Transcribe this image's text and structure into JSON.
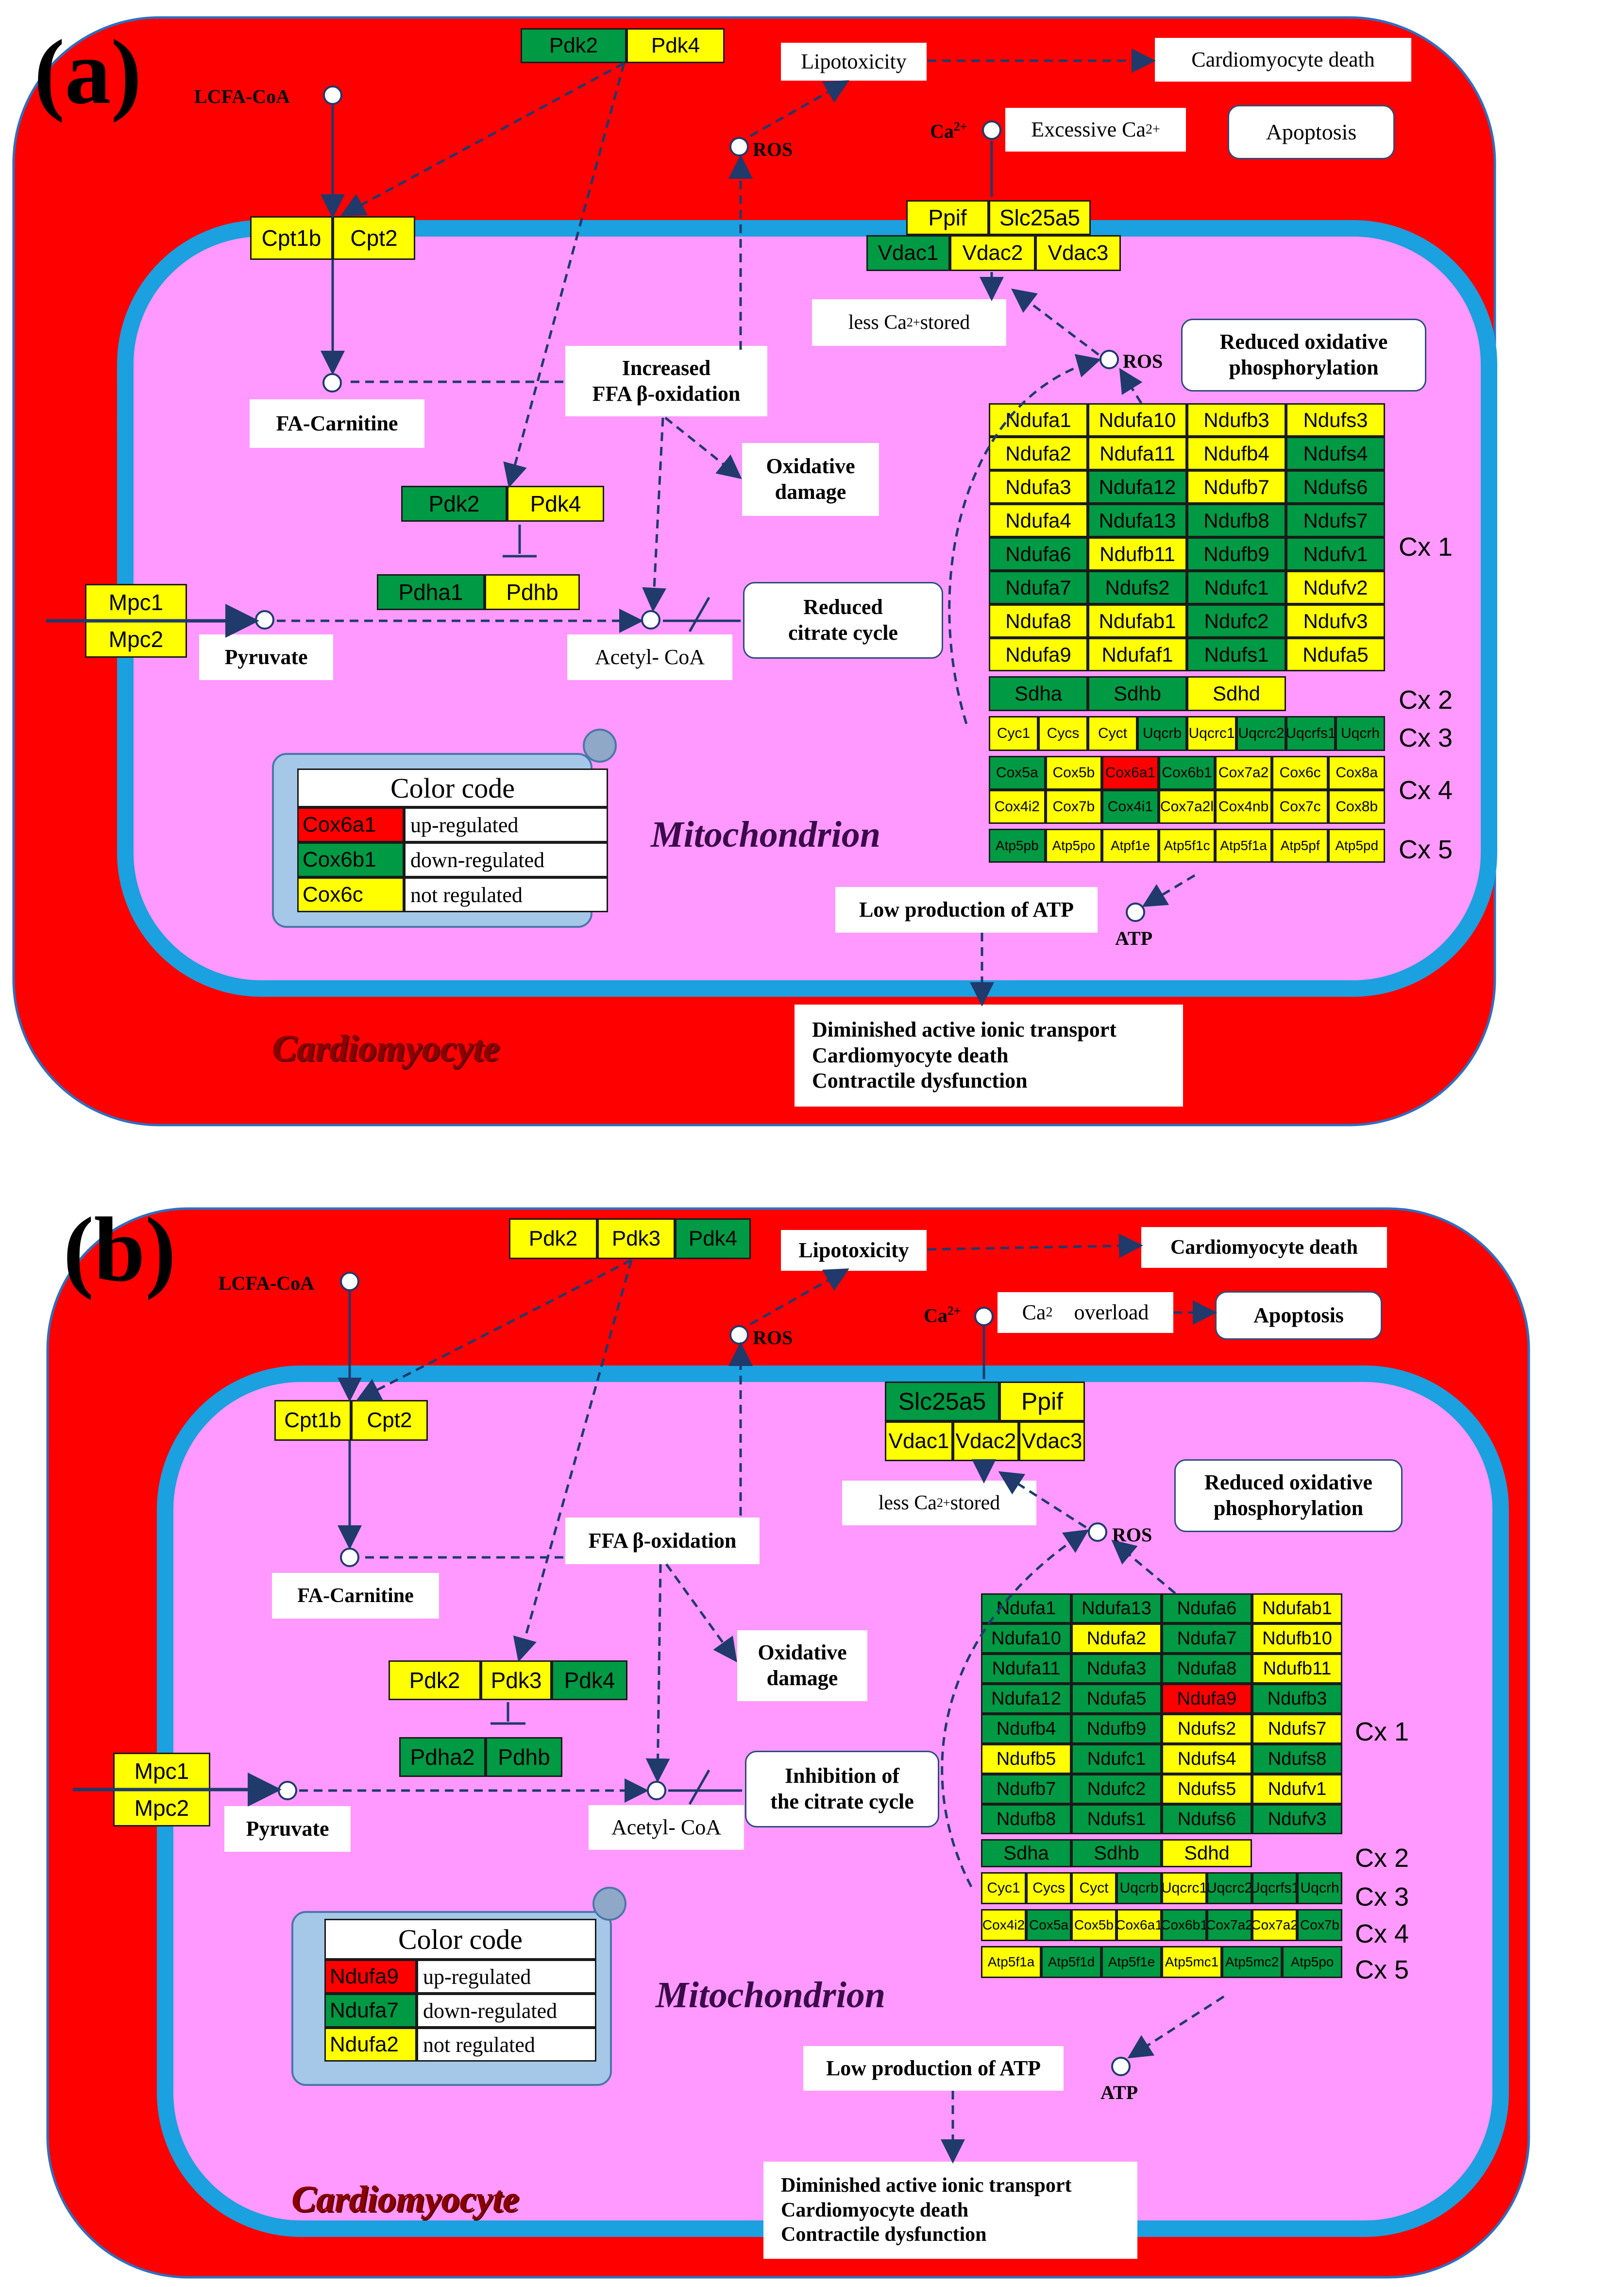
{
  "colors": {
    "cell_bg": "#ff0000",
    "mito_bg": "#ff99ff",
    "membrane": "#1ba0e0",
    "up": "#ff0000",
    "down": "#009944",
    "none": "#ffff00",
    "legend_scroll": "#a6c8e8",
    "arrow": "#1f3a6b"
  },
  "panels": [
    {
      "letter": "(a)",
      "cell_label": "Cardiomyocyte",
      "mito_label": "Mitochondrion",
      "pdk_top": [
        {
          "t": "Pdk2",
          "c": "down"
        },
        {
          "t": "Pdk4",
          "c": "none"
        }
      ],
      "pdk_mid": [
        {
          "t": "Pdk2",
          "c": "down"
        },
        {
          "t": "Pdk4",
          "c": "none"
        }
      ],
      "pdh": [
        {
          "t": "Pdha1",
          "c": "down"
        },
        {
          "t": "Pdhb",
          "c": "none"
        }
      ],
      "cpt": [
        {
          "t": "Cpt1b",
          "c": "none"
        },
        {
          "t": "Cpt2",
          "c": "none"
        }
      ],
      "mpc": [
        {
          "t": "Mpc1",
          "c": "none"
        },
        {
          "t": "Mpc2",
          "c": "none"
        }
      ],
      "ca_row1": [
        {
          "t": "Ppif",
          "c": "none"
        },
        {
          "t": "Slc25a5",
          "c": "none"
        }
      ],
      "ca_row2": [
        {
          "t": "Vdac1",
          "c": "down"
        },
        {
          "t": "Vdac2",
          "c": "none"
        },
        {
          "t": "Vdac3",
          "c": "none"
        }
      ],
      "labels": {
        "lcfa": "LCFA-CoA",
        "fa_carnitine": "FA-Carnitine",
        "pyruvate": "Pyruvate",
        "acetyl": "Acetyl- CoA",
        "ros1": "ROS",
        "ros2": "ROS",
        "ca": "Ca",
        "ca_sup": "2+",
        "atp": "ATP",
        "lipotoxicity": "Lipotoxicity",
        "death": "Cardiomyocyte death",
        "excessive_ca": "Excessive Ca",
        "excessive_ca_sup": "2+",
        "apoptosis": "Apoptosis",
        "ffa_1": "Increased",
        "ffa_2": "FFA β-oxidation",
        "oxidative_1": "Oxidative",
        "oxidative_2": "damage",
        "citrate_1": "Reduced",
        "citrate_2": "citrate cycle",
        "less_ca_1": "less Ca",
        "less_ca_sup": "2+",
        "less_ca_2": " stored",
        "redox_1": "Reduced oxidative",
        "redox_2": "phosphorylation",
        "low_atp": "Low production of ATP",
        "out_1": "Diminished active ionic transport",
        "out_2": "Cardiomyocyte death",
        "out_3": "Contractile dysfunction"
      },
      "cx1": [
        [
          {
            "t": "Ndufa1",
            "c": "none"
          },
          {
            "t": "Ndufa10",
            "c": "none"
          },
          {
            "t": "Ndufb3",
            "c": "none"
          },
          {
            "t": "Ndufs3",
            "c": "none"
          }
        ],
        [
          {
            "t": "Ndufa2",
            "c": "none"
          },
          {
            "t": "Ndufa11",
            "c": "none"
          },
          {
            "t": "Ndufb4",
            "c": "none"
          },
          {
            "t": "Ndufs4",
            "c": "down"
          }
        ],
        [
          {
            "t": "Ndufa3",
            "c": "none"
          },
          {
            "t": "Ndufa12",
            "c": "down"
          },
          {
            "t": "Ndufb7",
            "c": "none"
          },
          {
            "t": "Ndufs6",
            "c": "down"
          }
        ],
        [
          {
            "t": "Ndufa4",
            "c": "none"
          },
          {
            "t": "Ndufa13",
            "c": "down"
          },
          {
            "t": "Ndufb8",
            "c": "down"
          },
          {
            "t": "Ndufs7",
            "c": "down"
          }
        ],
        [
          {
            "t": "Ndufa6",
            "c": "down"
          },
          {
            "t": "Ndufb11",
            "c": "none"
          },
          {
            "t": "Ndufb9",
            "c": "down"
          },
          {
            "t": "Ndufv1",
            "c": "down"
          }
        ],
        [
          {
            "t": "Ndufa7",
            "c": "down"
          },
          {
            "t": "Ndufs2",
            "c": "down"
          },
          {
            "t": "Ndufc1",
            "c": "down"
          },
          {
            "t": "Ndufv2",
            "c": "none"
          }
        ],
        [
          {
            "t": "Ndufa8",
            "c": "none"
          },
          {
            "t": "Ndufab1",
            "c": "none"
          },
          {
            "t": "Ndufc2",
            "c": "down"
          },
          {
            "t": "Ndufv3",
            "c": "none"
          }
        ],
        [
          {
            "t": "Ndufa9",
            "c": "none"
          },
          {
            "t": "Ndufaf1",
            "c": "none"
          },
          {
            "t": "Ndufs1",
            "c": "down"
          },
          {
            "t": "Ndufa5",
            "c": "none"
          }
        ]
      ],
      "cx2": [
        {
          "t": "Sdha",
          "c": "down"
        },
        {
          "t": "Sdhb",
          "c": "down"
        },
        {
          "t": "Sdhd",
          "c": "none"
        }
      ],
      "cx3": [
        {
          "t": "Cyc1",
          "c": "none"
        },
        {
          "t": "Cycs",
          "c": "none"
        },
        {
          "t": "Cyct",
          "c": "none"
        },
        {
          "t": "Uqcrb",
          "c": "down"
        },
        {
          "t": "Uqcrc1",
          "c": "none"
        },
        {
          "t": "Uqcrc2",
          "c": "down"
        },
        {
          "t": "Uqcrfs1",
          "c": "down"
        },
        {
          "t": "Uqcrh",
          "c": "down"
        }
      ],
      "cx4_rows": [
        [
          {
            "t": "Cox5a",
            "c": "down"
          },
          {
            "t": "Cox5b",
            "c": "none"
          },
          {
            "t": "Cox6a1",
            "c": "up"
          },
          {
            "t": "Cox6b1",
            "c": "down"
          },
          {
            "t": "Cox7a2",
            "c": "none"
          },
          {
            "t": "Cox6c",
            "c": "none"
          },
          {
            "t": "Cox8a",
            "c": "none"
          }
        ],
        [
          {
            "t": "Cox4i2",
            "c": "none"
          },
          {
            "t": "Cox7b",
            "c": "none"
          },
          {
            "t": "Cox4i1",
            "c": "down"
          },
          {
            "t": "Cox7a2l",
            "c": "none"
          },
          {
            "t": "Cox4nb",
            "c": "none"
          },
          {
            "t": "Cox7c",
            "c": "none"
          },
          {
            "t": "Cox8b",
            "c": "none"
          }
        ]
      ],
      "cx5": [
        {
          "t": "Atp5pb",
          "c": "down"
        },
        {
          "t": "Atp5po",
          "c": "none"
        },
        {
          "t": "Atpf1e",
          "c": "none"
        },
        {
          "t": "Atp5f1c",
          "c": "none"
        },
        {
          "t": "Atp5f1a",
          "c": "none"
        },
        {
          "t": "Atp5pf",
          "c": "none"
        },
        {
          "t": "Atp5pd",
          "c": "none"
        }
      ],
      "cx_labels": [
        "Cx 1",
        "Cx 2",
        "Cx 3",
        "Cx 4",
        "Cx 5"
      ],
      "legend": {
        "title": "Color code",
        "rows": [
          {
            "gene": "Cox6a1",
            "c": "up",
            "desc": "up-regulated"
          },
          {
            "gene": "Cox6b1",
            "c": "down",
            "desc": "down-regulated"
          },
          {
            "gene": "Cox6c",
            "c": "none",
            "desc": "not regulated"
          }
        ]
      }
    },
    {
      "letter": "(b)",
      "cell_label": "Cardiomyocyte",
      "mito_label": "Mitochondrion",
      "pdk_top": [
        {
          "t": "Pdk2",
          "c": "none"
        },
        {
          "t": "Pdk3",
          "c": "none"
        },
        {
          "t": "Pdk4",
          "c": "down"
        }
      ],
      "pdk_mid": [
        {
          "t": "Pdk2",
          "c": "none"
        },
        {
          "t": "Pdk3",
          "c": "none"
        },
        {
          "t": "Pdk4",
          "c": "down"
        }
      ],
      "pdh": [
        {
          "t": "Pdha2",
          "c": "down"
        },
        {
          "t": "Pdhb",
          "c": "down"
        }
      ],
      "cpt": [
        {
          "t": "Cpt1b",
          "c": "none"
        },
        {
          "t": "Cpt2",
          "c": "none"
        }
      ],
      "mpc": [
        {
          "t": "Mpc1",
          "c": "none"
        },
        {
          "t": "Mpc2",
          "c": "none"
        }
      ],
      "ca_row1": [
        {
          "t": "Slc25a5",
          "c": "down"
        },
        {
          "t": "Ppif",
          "c": "none"
        }
      ],
      "ca_row2": [
        {
          "t": "Vdac1",
          "c": "none"
        },
        {
          "t": "Vdac2",
          "c": "none"
        },
        {
          "t": "Vdac3",
          "c": "none"
        }
      ],
      "labels": {
        "lcfa": "LCFA-CoA",
        "fa_carnitine": "FA-Carnitine",
        "pyruvate": "Pyruvate",
        "acetyl": "Acetyl- CoA",
        "ros1": "ROS",
        "ros2": "ROS",
        "ca": "Ca",
        "ca_sup": "2+",
        "atp": "ATP",
        "lipotoxicity": "Lipotoxicity",
        "death": "Cardiomyocyte death",
        "excessive_ca": "Ca",
        "excessive_ca_sup": "2",
        "excessive_ca_tail": "    overload",
        "apoptosis": "Apoptosis",
        "ffa_1": "",
        "ffa_2": "FFA β-oxidation",
        "oxidative_1": "Oxidative",
        "oxidative_2": "damage",
        "citrate_1": "Inhibition of",
        "citrate_2": "the citrate cycle",
        "less_ca_1": "less Ca",
        "less_ca_sup": "2+",
        "less_ca_2": " stored",
        "redox_1": "Reduced oxidative",
        "redox_2": "phosphorylation",
        "low_atp": "Low production of ATP",
        "out_1": "Diminished active ionic transport",
        "out_2": "Cardiomyocyte death",
        "out_3": "Contractile dysfunction"
      },
      "cx1": [
        [
          {
            "t": "Ndufa1",
            "c": "down"
          },
          {
            "t": "Ndufa13",
            "c": "down"
          },
          {
            "t": "Ndufa6",
            "c": "down"
          },
          {
            "t": "Ndufab1",
            "c": "none"
          }
        ],
        [
          {
            "t": "Ndufa10",
            "c": "down"
          },
          {
            "t": "Ndufa2",
            "c": "none"
          },
          {
            "t": "Ndufa7",
            "c": "down"
          },
          {
            "t": "Ndufb10",
            "c": "none"
          }
        ],
        [
          {
            "t": "Ndufa11",
            "c": "down"
          },
          {
            "t": "Ndufa3",
            "c": "down"
          },
          {
            "t": "Ndufa8",
            "c": "down"
          },
          {
            "t": "Ndufb11",
            "c": "none"
          }
        ],
        [
          {
            "t": "Ndufa12",
            "c": "down"
          },
          {
            "t": "Ndufa5",
            "c": "down"
          },
          {
            "t": "Ndufa9",
            "c": "up"
          },
          {
            "t": "Ndufb3",
            "c": "down"
          }
        ],
        [
          {
            "t": "Ndufb4",
            "c": "down"
          },
          {
            "t": "Ndufb9",
            "c": "down"
          },
          {
            "t": "Ndufs2",
            "c": "none"
          },
          {
            "t": "Ndufs7",
            "c": "none"
          }
        ],
        [
          {
            "t": "Ndufb5",
            "c": "none"
          },
          {
            "t": "Ndufc1",
            "c": "down"
          },
          {
            "t": "Ndufs4",
            "c": "none"
          },
          {
            "t": "Ndufs8",
            "c": "down"
          }
        ],
        [
          {
            "t": "Ndufb7",
            "c": "down"
          },
          {
            "t": "Ndufc2",
            "c": "down"
          },
          {
            "t": "Ndufs5",
            "c": "none"
          },
          {
            "t": "Ndufv1",
            "c": "none"
          }
        ],
        [
          {
            "t": "Ndufb8",
            "c": "down"
          },
          {
            "t": "Ndufs1",
            "c": "down"
          },
          {
            "t": "Ndufs6",
            "c": "down"
          },
          {
            "t": "Ndufv3",
            "c": "down"
          }
        ]
      ],
      "cx2": [
        {
          "t": "Sdha",
          "c": "down"
        },
        {
          "t": "Sdhb",
          "c": "down"
        },
        {
          "t": "Sdhd",
          "c": "none"
        }
      ],
      "cx3": [
        {
          "t": "Cyc1",
          "c": "none"
        },
        {
          "t": "Cycs",
          "c": "none"
        },
        {
          "t": "Cyct",
          "c": "none"
        },
        {
          "t": "Uqcrb",
          "c": "down"
        },
        {
          "t": "Uqcrc1",
          "c": "none"
        },
        {
          "t": "Uqcrc2",
          "c": "down"
        },
        {
          "t": "Uqcrfs1",
          "c": "down"
        },
        {
          "t": "Uqcrh",
          "c": "down"
        }
      ],
      "cx4_rows": [
        [
          {
            "t": "Cox4i2",
            "c": "none"
          },
          {
            "t": "Cox5a",
            "c": "down"
          },
          {
            "t": "Cox5b",
            "c": "none"
          },
          {
            "t": "Cox6a1",
            "c": "none"
          },
          {
            "t": "Cox6b1",
            "c": "down"
          },
          {
            "t": "Cox7a2",
            "c": "down"
          },
          {
            "t": "Cox7a2",
            "c": "none"
          },
          {
            "t": "Cox7b",
            "c": "down"
          }
        ]
      ],
      "cx5": [
        {
          "t": "Atp5f1a",
          "c": "none"
        },
        {
          "t": "Atp5f1d",
          "c": "down"
        },
        {
          "t": "Atp5f1e",
          "c": "down"
        },
        {
          "t": "Atp5mc1",
          "c": "none"
        },
        {
          "t": "Atp5mc2",
          "c": "down"
        },
        {
          "t": "Atp5po",
          "c": "down"
        }
      ],
      "cx_labels": [
        "Cx 1",
        "Cx 2",
        "Cx 3",
        "Cx 4",
        "Cx 5"
      ],
      "legend": {
        "title": "Color code",
        "rows": [
          {
            "gene": "Ndufa9",
            "c": "up",
            "desc": "up-regulated"
          },
          {
            "gene": "Ndufa7",
            "c": "down",
            "desc": "down-regulated"
          },
          {
            "gene": "Ndufa2",
            "c": "none",
            "desc": "not regulated"
          }
        ]
      }
    }
  ]
}
